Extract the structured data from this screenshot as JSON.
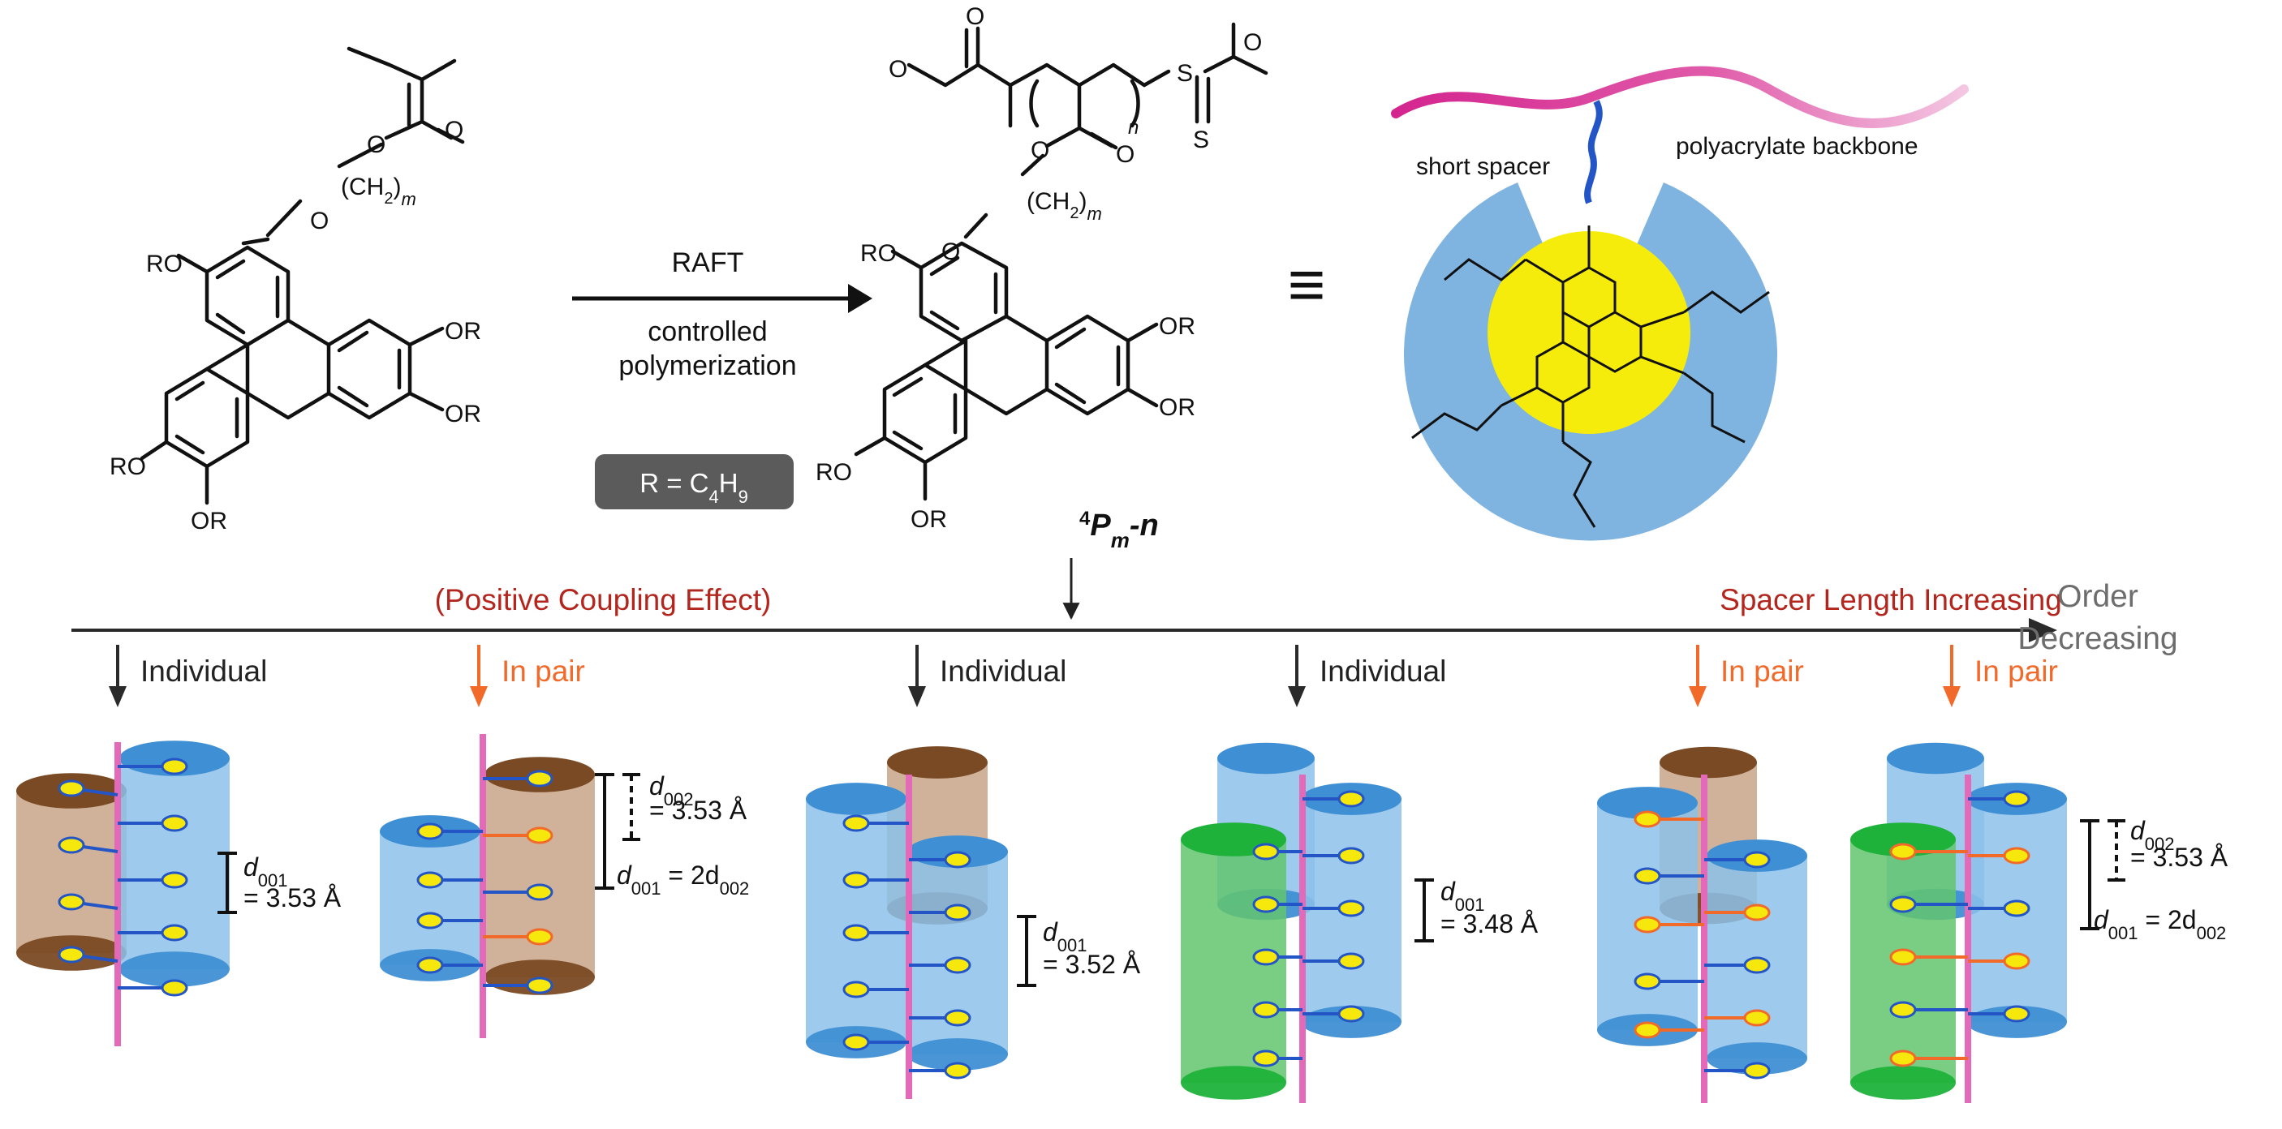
{
  "scheme": {
    "monomer": {
      "ro_labels": [
        "RO",
        "RO",
        "OR",
        "OR",
        "OR"
      ],
      "o_labels": [
        "O",
        "O",
        "O"
      ],
      "chain_base": "(CH",
      "chain_sub": "2",
      "chain_close": ")",
      "chain_m": "m"
    },
    "reaction": {
      "line1": "RAFT",
      "line2": "controlled",
      "line3": "polymerization",
      "r_box_prefix": "R = C",
      "r_box_sub1": "4",
      "r_box_mid": "H",
      "r_box_sub2": "9"
    },
    "polymer": {
      "ro_labels": [
        "RO",
        "RO",
        "OR",
        "OR",
        "OR"
      ],
      "o_labels": [
        "O",
        "O",
        "O",
        "O",
        "O"
      ],
      "s_labels": [
        "S",
        "S"
      ],
      "n_label": "n",
      "chain_base": "(CH",
      "chain_sub": "2",
      "chain_close": ")",
      "chain_m": "m",
      "name_sup": "4",
      "name_main": "P",
      "name_sub": "m",
      "name_tail": "-n"
    },
    "equivalent_sign": "≡",
    "cartoon": {
      "short_spacer": "short spacer",
      "backbone": "polyacrylate backbone"
    }
  },
  "axis": {
    "left_label": "(Positive Coupling Effect)",
    "right_label": "Spacer Length Increasing",
    "end_label_line1": "Order",
    "end_label_line2": "Decreasing"
  },
  "columns": [
    {
      "arrow_label": "Individual",
      "style": "individual",
      "dim_line1": "d",
      "dim_sub1": "001",
      "dim_line2": "= 3.53 Å"
    },
    {
      "arrow_label": "In pair",
      "style": "pair",
      "dim_line1": "d",
      "dim_sub1": "002",
      "dim_line2": "= 3.53 Å",
      "dim_line3a": "d",
      "dim_sub3a": "001",
      "dim_line3b": " = 2d",
      "dim_sub3b": "002"
    },
    {
      "arrow_label": "Individual",
      "style": "individual",
      "dim_line1": "d",
      "dim_sub1": "001",
      "dim_line2": "= 3.52 Å"
    },
    {
      "arrow_label": "Individual",
      "style": "individual",
      "dim_line1": "d",
      "dim_sub1": "001",
      "dim_line2": "= 3.48 Å"
    },
    {
      "arrow_label": "In pair",
      "style": "pair"
    },
    {
      "arrow_label": "In pair",
      "style": "pair",
      "dim_line1": "d",
      "dim_sub1": "002",
      "dim_line2": "= 3.53 Å",
      "dim_line3a": "d",
      "dim_sub3a": "001",
      "dim_line3b": " = 2d",
      "dim_sub3b": "002"
    }
  ],
  "colors": {
    "axis": "#2a2a2a",
    "individual_arrow": "#2a2a2a",
    "pair_arrow": "#f26a2a",
    "red_label": "#b3261e",
    "end_label": "#6d6d6d",
    "blue_cyl": "#8cc1ea",
    "blue_cap": "#3f8fd4",
    "brown_cyl": "#c8a488",
    "brown_cap": "#7a4a24",
    "green_cyl": "#63c66d",
    "green_cap": "#1fb23a",
    "disc_yellow": "#f6e70c",
    "backbone_pink": "#e36ab8",
    "spacer_blue": "#2455c6",
    "spacer_orange": "#f26a2a",
    "rbox": "#5b5b5b",
    "cartoon_blue": "#7fb3e0",
    "cartoon_yellow": "#f6ec0c"
  }
}
